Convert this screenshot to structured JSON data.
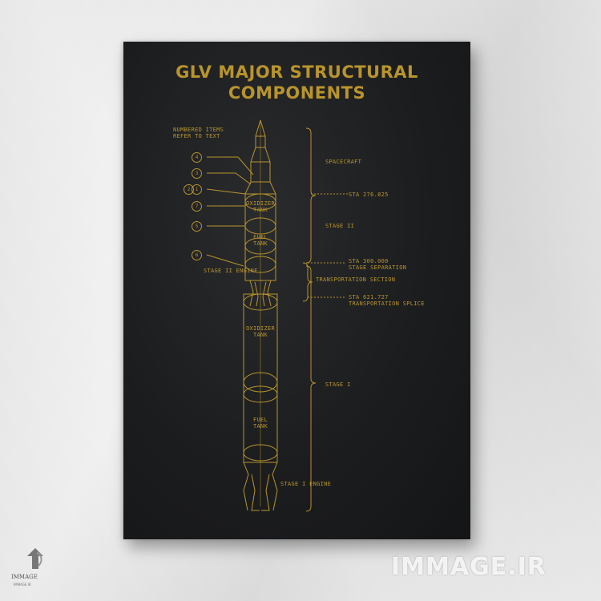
{
  "title_line1": "GLV MAJOR STRUCTURAL",
  "title_line2": "COMPONENTS",
  "note_line1": "NUMBERED ITEMS",
  "note_line2": "REFER TO TEXT",
  "callout_numbers": [
    "4",
    "3",
    "2",
    "1",
    "7",
    "5",
    "6"
  ],
  "labels": {
    "spacecraft": "SPACECRAFT",
    "sta1": "STA 276.825",
    "stage2": "STAGE II",
    "oxidizer_upper_1": "OXIDIZER",
    "oxidizer_upper_2": "TANK",
    "fuel_upper_1": "FUEL",
    "fuel_upper_2": "TANK",
    "sta2_1": "STA 300.000",
    "sta2_2": "STAGE SEPARATION",
    "stage2_engine": "STAGE II ENGINE",
    "transport_section": "TRANSPORTATION SECTION",
    "sta3_1": "STA 621.727",
    "sta3_2": "TRANSPORTATION SPLICE",
    "oxidizer_lower_1": "OXIDIZER",
    "oxidizer_lower_2": "TANK",
    "stage1": "STAGE I",
    "fuel_lower_1": "FUEL",
    "fuel_lower_2": "TANK",
    "stage1_engine": "STAGE I ENGINE"
  },
  "watermark": "IMMAGE.IR",
  "logo_text": "IMMAGE",
  "logo_sub": "IMMAGE.IR",
  "colors": {
    "ink": "#b8942d",
    "board": "#1c1d1f",
    "wall": "#ececec"
  }
}
